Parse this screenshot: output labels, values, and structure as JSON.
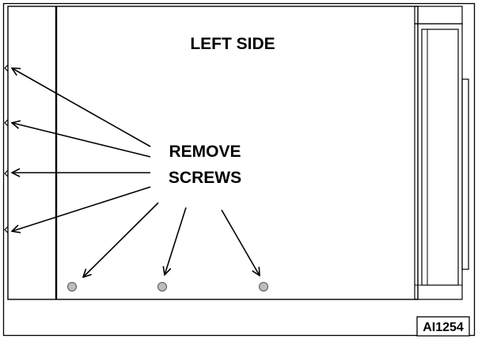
{
  "title": "LEFT SIDE",
  "callout": {
    "line1": "REMOVE",
    "line2": "SCREWS"
  },
  "figure_id": "AI1254",
  "screws": {
    "side_count": 4,
    "bottom_count": 3,
    "screw_color": "#bdbdbd"
  }
}
